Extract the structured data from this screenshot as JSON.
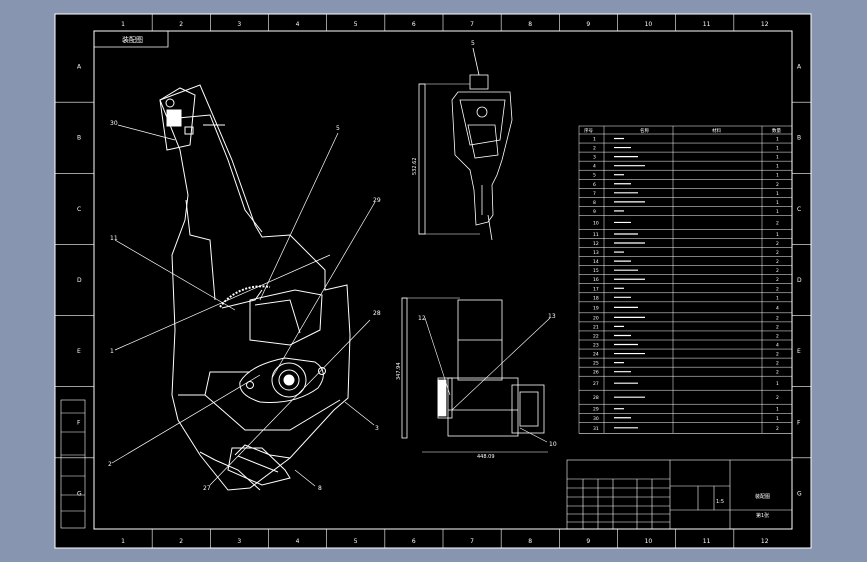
{
  "colors": {
    "background": "#8795b0",
    "sheet": "#000000",
    "lines": "#ffffff"
  },
  "zone_columns": [
    "1",
    "2",
    "3",
    "4",
    "5",
    "6",
    "7",
    "8",
    "9",
    "10",
    "11",
    "12"
  ],
  "zone_rows": [
    "A",
    "B",
    "C",
    "D",
    "E",
    "F",
    "G"
  ],
  "corner_tag": "装配图",
  "callouts": {
    "c1": "30",
    "c2": "11",
    "c3": "1",
    "c4": "2",
    "c5": "27",
    "c6": "8",
    "c7": "5",
    "c8": "29",
    "c9": "28",
    "c10": "3",
    "c11": "5",
    "c12": "12",
    "c13": "13",
    "c14": "10"
  },
  "dimensions": {
    "side_height": "532.62",
    "bottom_height": "347.94",
    "bottom_width": "448.09"
  },
  "bom_header": [
    "序号",
    "名称",
    "材料",
    "数量"
  ],
  "bom_rows": [
    [
      "1",
      "",
      "",
      "1"
    ],
    [
      "2",
      "",
      "",
      "1"
    ],
    [
      "3",
      "",
      "",
      "1"
    ],
    [
      "4",
      "",
      "",
      "1"
    ],
    [
      "5",
      "",
      "",
      "1"
    ],
    [
      "6",
      "",
      "",
      "2"
    ],
    [
      "7",
      "",
      "",
      "1"
    ],
    [
      "8",
      "",
      "",
      "1"
    ],
    [
      "9",
      "",
      "",
      "1"
    ],
    [
      "10",
      "",
      "",
      "2"
    ],
    [
      "11",
      "",
      "",
      "1"
    ],
    [
      "12",
      "",
      "",
      "2"
    ],
    [
      "13",
      "",
      "",
      "2"
    ],
    [
      "14",
      "",
      "",
      "2"
    ],
    [
      "15",
      "",
      "",
      "2"
    ],
    [
      "16",
      "",
      "",
      "2"
    ],
    [
      "17",
      "",
      "",
      "2"
    ],
    [
      "18",
      "",
      "",
      "1"
    ],
    [
      "19",
      "",
      "",
      "4"
    ],
    [
      "20",
      "",
      "",
      "2"
    ],
    [
      "21",
      "",
      "",
      "2"
    ],
    [
      "22",
      "",
      "",
      "2"
    ],
    [
      "23",
      "",
      "",
      "4"
    ],
    [
      "24",
      "",
      "",
      "2"
    ],
    [
      "25",
      "",
      "",
      "2"
    ],
    [
      "26",
      "",
      "",
      "2"
    ],
    [
      "27",
      "",
      "",
      "1"
    ],
    [
      "28",
      "",
      "",
      "2"
    ],
    [
      "29",
      "",
      "",
      "1"
    ],
    [
      "30",
      "",
      "",
      "1"
    ],
    [
      "31",
      "",
      "",
      "2"
    ]
  ],
  "title_block": {
    "drawing_name": "装配图",
    "scale": "1:5",
    "sheet_label": "第1张"
  }
}
